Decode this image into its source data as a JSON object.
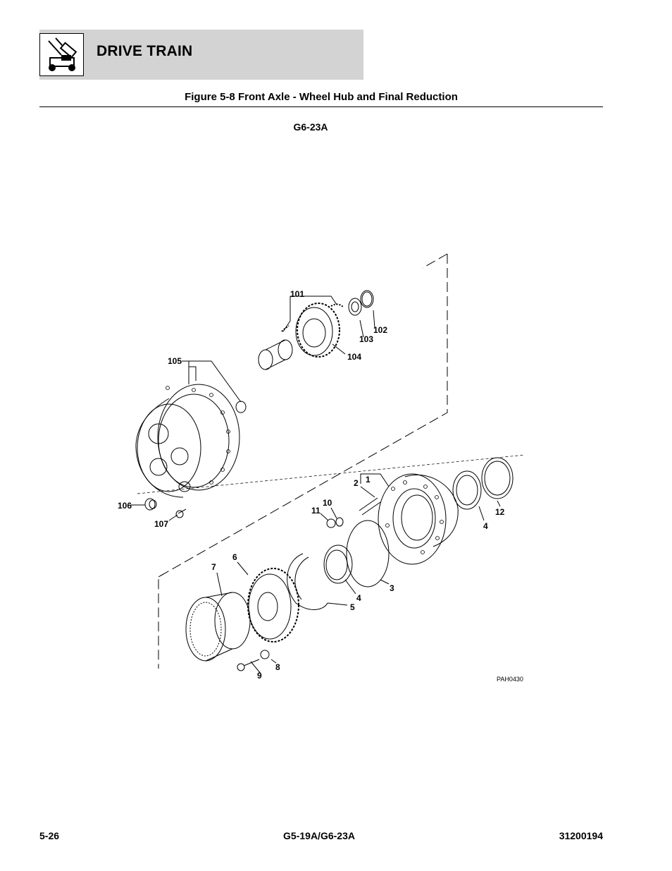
{
  "header": {
    "section_title": "DRIVE TRAIN",
    "logo_icon": "machine-service-icon"
  },
  "figure": {
    "title": "Figure 5-8 Front Axle - Wheel Hub and Final Reduction",
    "model": "G6-23A",
    "ref_code": "PAH0430"
  },
  "callouts": {
    "c101": "101",
    "c102": "102",
    "c103": "103",
    "c104": "104",
    "c105": "105",
    "c106": "106",
    "c107": "107",
    "c1": "1",
    "c2": "2",
    "c3": "3",
    "c4a": "4",
    "c4b": "4",
    "c5": "5",
    "c6": "6",
    "c7": "7",
    "c8": "8",
    "c9": "9",
    "c10": "10",
    "c11": "11",
    "c12": "12"
  },
  "footer": {
    "page_number": "5-26",
    "models": "G5-19A/G6-23A",
    "doc_number": "31200194"
  }
}
